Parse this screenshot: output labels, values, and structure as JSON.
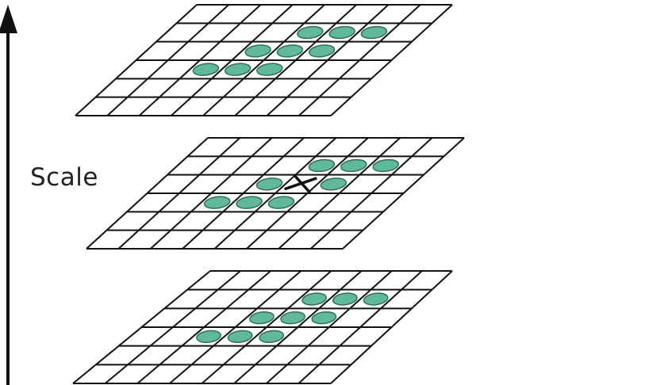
{
  "axis": {
    "label": "Scale",
    "direction": "up"
  },
  "grid": {
    "rows": 6,
    "cols": 8
  },
  "colors": {
    "line": "#111111",
    "marker_fill": "#5fb99a",
    "marker_stroke": "#2f6f58",
    "center_cross": "#111111"
  },
  "layers": [
    {
      "name": "upper-scale",
      "neighbors": [
        [
          1,
          4
        ],
        [
          1,
          5
        ],
        [
          1,
          6
        ],
        [
          2,
          3
        ],
        [
          2,
          4
        ],
        [
          2,
          5
        ],
        [
          3,
          2
        ],
        [
          3,
          3
        ],
        [
          3,
          4
        ]
      ],
      "center": null
    },
    {
      "name": "current-scale",
      "neighbors": [
        [
          1,
          4
        ],
        [
          1,
          5
        ],
        [
          1,
          6
        ],
        [
          2,
          3
        ],
        [
          2,
          5
        ],
        [
          3,
          2
        ],
        [
          3,
          3
        ],
        [
          3,
          4
        ]
      ],
      "center": [
        2,
        4
      ]
    },
    {
      "name": "lower-scale",
      "neighbors": [
        [
          1,
          4
        ],
        [
          1,
          5
        ],
        [
          1,
          6
        ],
        [
          2,
          3
        ],
        [
          2,
          4
        ],
        [
          2,
          5
        ],
        [
          3,
          2
        ],
        [
          3,
          3
        ],
        [
          3,
          4
        ]
      ],
      "center": null
    }
  ]
}
